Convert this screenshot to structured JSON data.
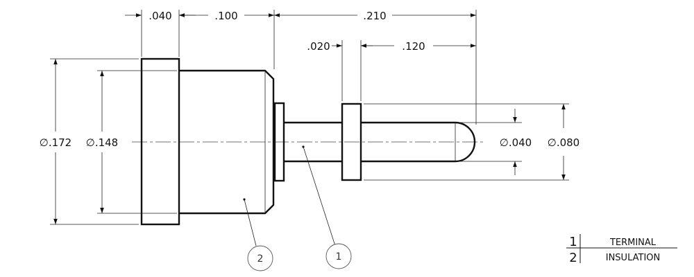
{
  "dimensions": {
    "len_insulation_flange": ".040",
    "len_insulation_body": ".100",
    "len_terminal_total": ".210",
    "len_collar": ".020",
    "len_pin": ".120",
    "dia_flange": "∅.172",
    "dia_body": "∅.148",
    "dia_pin": "∅.040",
    "dia_collar": "∅.080"
  },
  "balloons": [
    {
      "number": "2",
      "part": "insulation"
    },
    {
      "number": "1",
      "part": "terminal"
    }
  ],
  "bill_of_materials": [
    {
      "item": "1",
      "description": "TERMINAL"
    },
    {
      "item": "2",
      "description": "INSULATION"
    }
  ],
  "colors": {
    "line": "#111111",
    "hatch": "#9a9a9a"
  }
}
